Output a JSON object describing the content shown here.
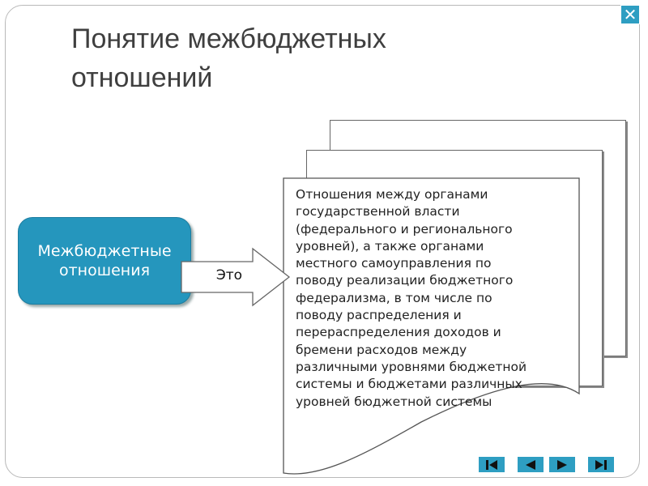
{
  "slide": {
    "title_line1": "Понятие межбюджетных",
    "title_line2": "отношений",
    "box_line1": "Межбюджетные",
    "box_line2": "отношения",
    "arrow_label": "Это",
    "definition_lines": [
      "Отношения между органами",
      "государственной власти",
      "(федерального и регионального",
      "уровней), а также органами",
      "местного самоуправления по",
      "поводу реализации бюджетного",
      "федерализма, в том числе по",
      "поводу распределения и",
      "перераспределения доходов и",
      "бремени расходов между",
      "различными уровнями бюджетной",
      "системы и бюджетами различных",
      "уровней бюджетной системы"
    ]
  },
  "controls": {
    "close_glyph": "✕",
    "nav_icons": [
      "first-icon",
      "prev-icon",
      "next-icon",
      "last-icon"
    ]
  },
  "colors": {
    "accent": "#2e9ec2",
    "box": "#2596bd",
    "title": "#3f3f3f"
  }
}
